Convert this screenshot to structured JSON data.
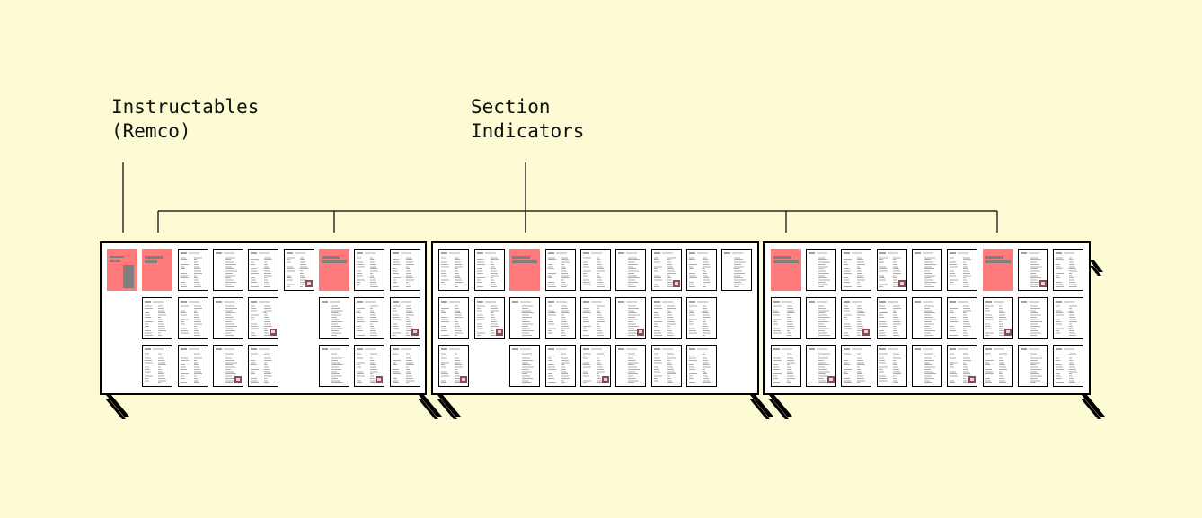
{
  "labels": {
    "instructables": [
      "Instructables",
      "(Remco)"
    ],
    "section_indicators": [
      "Section",
      "Indicators"
    ]
  },
  "colors": {
    "background": "#fdfbd3",
    "panel_fill": "#ffffff",
    "panel_stroke": "#000000",
    "section_indicator": "#ff7b7b",
    "placeholder_bar": "#7f7f7f",
    "leader_line": "#000000"
  },
  "panels": [
    {
      "name": "panel-1",
      "rows": [
        [
          "instructables",
          "section",
          "page",
          "page",
          "page",
          "page",
          "section",
          "page",
          "page"
        ],
        [
          "empty",
          "page",
          "page",
          "page",
          "page",
          "empty",
          "page",
          "page",
          "page"
        ],
        [
          "empty",
          "page",
          "page",
          "page",
          "page",
          "empty",
          "page",
          "page",
          "page"
        ]
      ]
    },
    {
      "name": "panel-2",
      "rows": [
        [
          "page",
          "page",
          "section",
          "page",
          "page",
          "page",
          "page",
          "page",
          "page"
        ],
        [
          "page",
          "page",
          "page",
          "page",
          "page",
          "page",
          "page",
          "page",
          "empty"
        ],
        [
          "page",
          "empty",
          "page",
          "page",
          "page",
          "page",
          "page",
          "page",
          "empty"
        ]
      ]
    },
    {
      "name": "panel-3",
      "rows": [
        [
          "section",
          "page",
          "page",
          "page",
          "page",
          "page",
          "section",
          "page",
          "page"
        ],
        [
          "page",
          "page",
          "page",
          "page",
          "page",
          "page",
          "page",
          "page",
          "page"
        ],
        [
          "page",
          "page",
          "page",
          "page",
          "page",
          "page",
          "page",
          "page",
          "page"
        ]
      ]
    }
  ]
}
